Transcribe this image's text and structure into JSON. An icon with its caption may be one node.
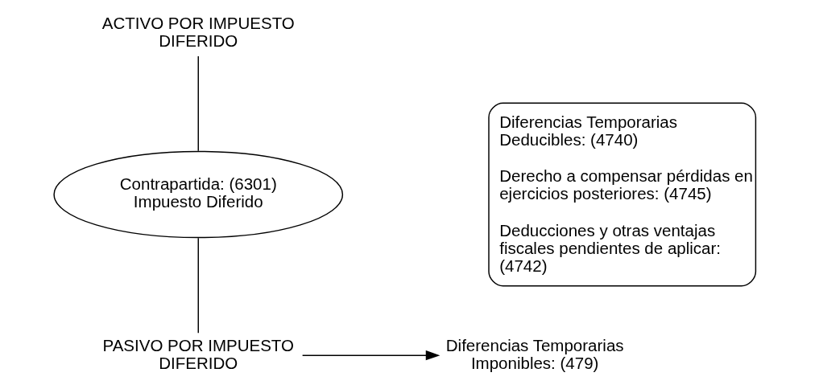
{
  "diagram": {
    "nodes": [
      {
        "text": [
          "ACTIVO POR IMPUESTO DIFERIDO"
        ]
      },
      {
        "text": [
          "Contrapartida: (6301) Impuesto Diferido"
        ]
      },
      {
        "text": [
          "PASIVO POR IMPUESTO DIFERIDO"
        ]
      },
      {
        "text": [
          "Diferencias Temporarias Imponibles: (479)"
        ]
      }
    ],
    "edges": [
      {
        "from": 0,
        "to": 1,
        "arrow": "none"
      },
      {
        "from": 1,
        "to": 2,
        "arrow": "none"
      },
      {
        "from": 2,
        "to": 3,
        "arrow": "to"
      }
    ],
    "labels": [
      "Diferencias Temporarias Deducibles: (4740)",
      "Derecho a compensar pérdidas en ejercicios posteriores: (4745)",
      "Deducciones y otras ventajas fiscales pendientes de aplicar: (4742)"
    ]
  }
}
